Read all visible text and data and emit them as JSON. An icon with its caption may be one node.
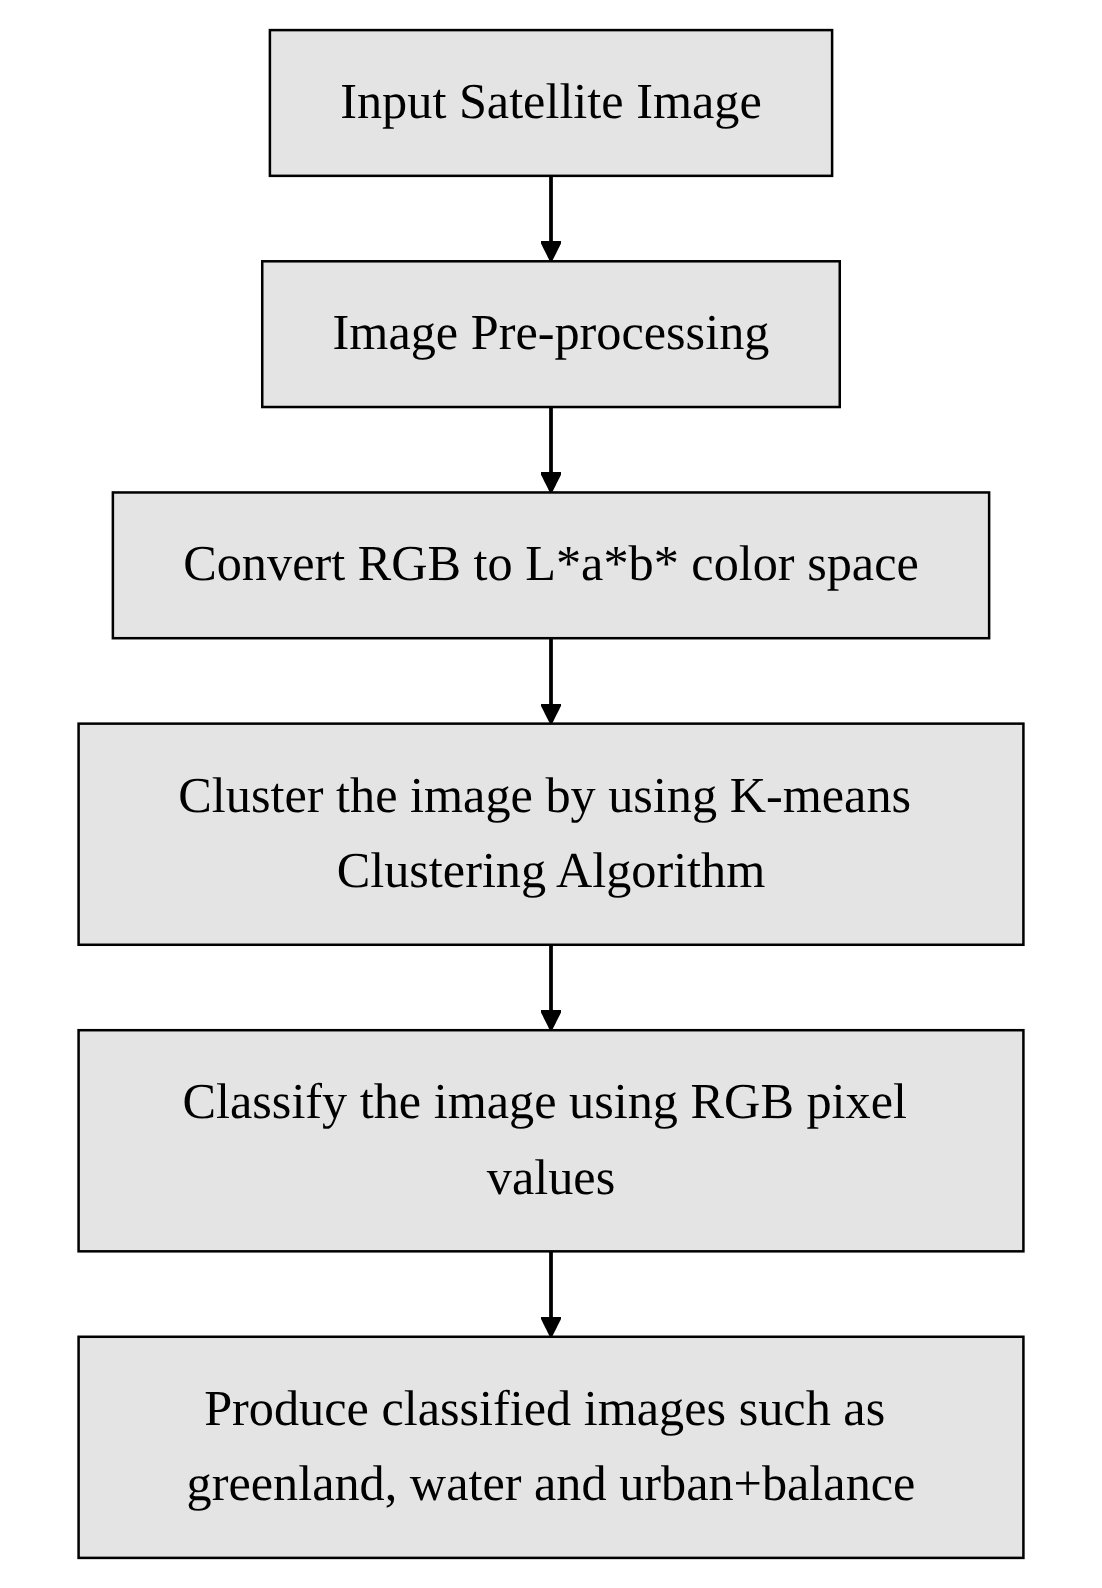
{
  "diagram": {
    "nodes": [
      {
        "text": [
          "Input Satellite Image"
        ]
      },
      {
        "text": [
          "Image Pre-processing"
        ]
      },
      {
        "text": [
          "Convert RGB to L*a*b* color space"
        ]
      },
      {
        "text": [
          "Cluster the image by using K-means Clustering Algorithm"
        ]
      },
      {
        "text": [
          "Classify the image using RGB pixel values"
        ]
      },
      {
        "text": [
          "Produce classified images such as greenland, water and urban+balance"
        ]
      }
    ],
    "edges": [
      {
        "from": 0,
        "to": 1,
        "arrow": "to"
      },
      {
        "from": 1,
        "to": 2,
        "arrow": "to"
      },
      {
        "from": 2,
        "to": 3,
        "arrow": "to"
      },
      {
        "from": 3,
        "to": 4,
        "arrow": "to"
      },
      {
        "from": 4,
        "to": 5,
        "arrow": "to"
      }
    ]
  }
}
